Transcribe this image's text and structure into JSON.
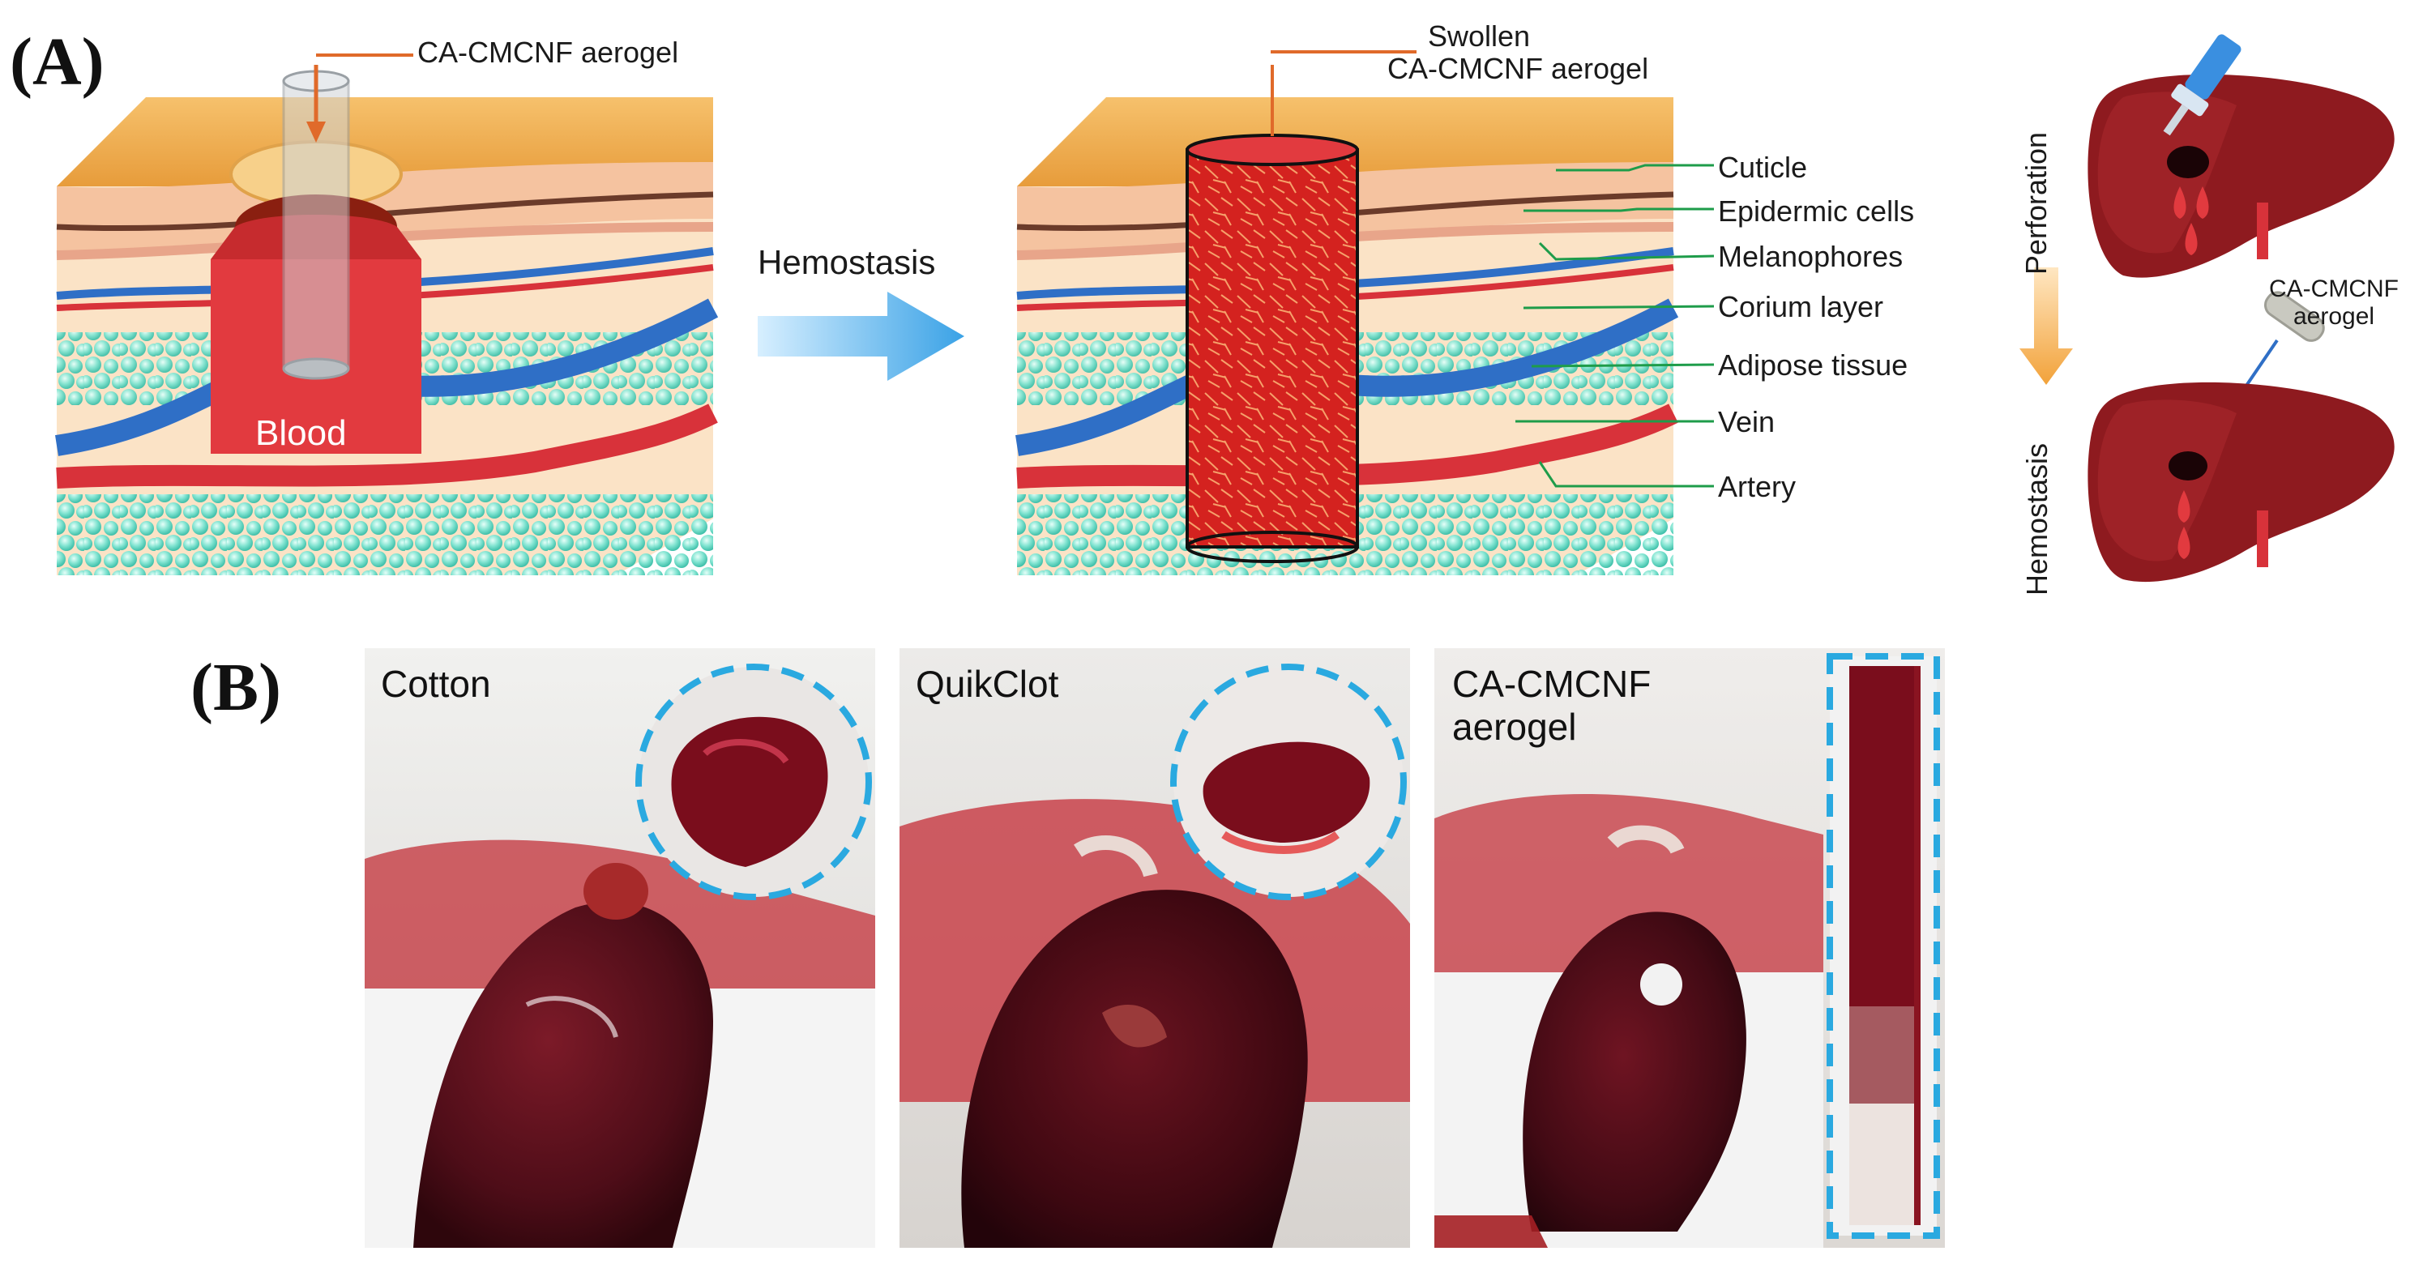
{
  "panel_a": {
    "label": "(A)",
    "left_block": {
      "callout": "CA-CMCNF aerogel",
      "blood_label": "Blood"
    },
    "arrow_label": "Hemostasis",
    "right_block": {
      "callout_line1": "Swollen",
      "callout_line2": "CA-CMCNF aerogel",
      "layers": [
        "Cuticle",
        "Epidermic cells",
        "Melanophores",
        "Corium layer",
        "Adipose tissue",
        "Vein",
        "Artery"
      ]
    },
    "liver": {
      "perforation": "Perforation",
      "hemostasis": "Hemostasis",
      "aerogel_line1": "CA-CMCNF",
      "aerogel_line2": "aerogel"
    }
  },
  "panel_b": {
    "label": "(B)",
    "photos": [
      {
        "label_line1": "Cotton",
        "label_line2": ""
      },
      {
        "label_line1": "QuikClot",
        "label_line2": ""
      },
      {
        "label_line1": "CA-CMCNF",
        "label_line2": "aerogel"
      }
    ]
  },
  "colors": {
    "skin_top": "#f2b057",
    "epidermis": "#f7c9a8",
    "vein": "#2f6fc6",
    "artery": "#d8323a",
    "adipose": "#7fe3d0",
    "blood": "#e23a3f",
    "liver": "#8e1a1f",
    "leader_green": "#1e9c4a",
    "leader_orange": "#e06a2a",
    "arrow_blue": "#3aa2e6",
    "arrow_orange": "#f2a23a",
    "photo_frame": "#2aa9e0"
  }
}
